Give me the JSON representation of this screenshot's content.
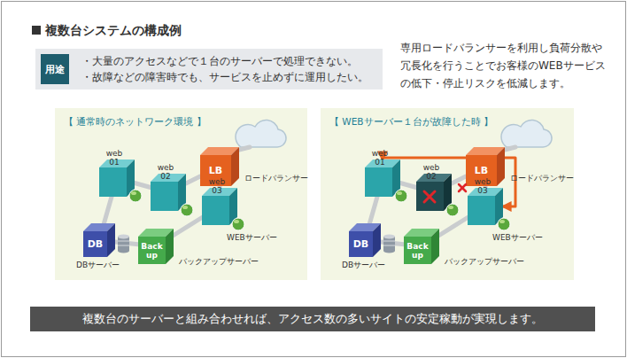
{
  "diagram": {
    "title": "複数台システムの構成例",
    "caption": "複数台のサーバーと組み合わせれば、アクセス数の多いサイトの安定稼動が実現します。",
    "nodes": [
      {
        "text": [
          "・大量のアクセスなどで１台のサーバーで処理できない。",
          "・故障などの障害時でも、サービスを止めずに運用したい。"
        ]
      },
      {
        "text": [
          "用途"
        ],
        "in": 0
      },
      {
        "text": [
          "【 通常時のネットワーク環境 】"
        ]
      },
      {
        "text": [
          "LB",
          "ロードバランサー"
        ],
        "in": 2
      },
      {
        "text": [
          "web 01"
        ],
        "in": 2
      },
      {
        "text": [
          "web 02"
        ],
        "in": 2
      },
      {
        "text": [
          "web 03"
        ],
        "in": 2
      },
      {
        "text": [
          "DB",
          "DBサーバー"
        ],
        "in": 2
      },
      {
        "text": [
          "Back up",
          "バックアップサーバー"
        ],
        "in": 2
      },
      {
        "text": [
          "【 WEBサーバー１台が故障した時 】"
        ]
      },
      {
        "text": [
          "LB",
          "ロードバランサー"
        ],
        "in": 9
      },
      {
        "text": [
          "web 01"
        ],
        "in": 9
      },
      {
        "text": [
          "web 02"
        ],
        "in": 9
      },
      {
        "text": [
          "web 03"
        ],
        "in": 9
      },
      {
        "text": [
          "DB",
          "DBサーバー"
        ],
        "in": 9
      },
      {
        "text": [
          "Back up",
          "バックアップサーバー"
        ],
        "in": 9
      }
    ],
    "edges": [
      {
        "from": 4,
        "to": 5,
        "arrow": "none"
      },
      {
        "from": 5,
        "to": 3,
        "arrow": "none"
      },
      {
        "from": 3,
        "to": 6,
        "arrow": "none"
      },
      {
        "from": 4,
        "to": 7,
        "arrow": "none"
      },
      {
        "from": 7,
        "to": 8,
        "arrow": "none"
      },
      {
        "from": 8,
        "to": 6,
        "arrow": "none"
      },
      {
        "from": 11,
        "to": 12,
        "arrow": "none"
      },
      {
        "from": 12,
        "to": 10,
        "arrow": "none"
      },
      {
        "from": 10,
        "to": 13,
        "arrow": "none"
      },
      {
        "from": 11,
        "to": 14,
        "arrow": "none"
      },
      {
        "from": 14,
        "to": 15,
        "arrow": "none"
      },
      {
        "from": 15,
        "to": 13,
        "arrow": "none"
      },
      {
        "from": 10,
        "to": 11,
        "arrow": "to"
      },
      {
        "from": 10,
        "to": 13,
        "arrow": "to"
      }
    ],
    "labels": [
      "専用ロードバランサーを利用し負荷分散や冗長化を行うことでお客様のWEBサービスの低下・停止リスクを低減します。",
      "WEBサーバー",
      "WEBサーバー"
    ]
  }
}
